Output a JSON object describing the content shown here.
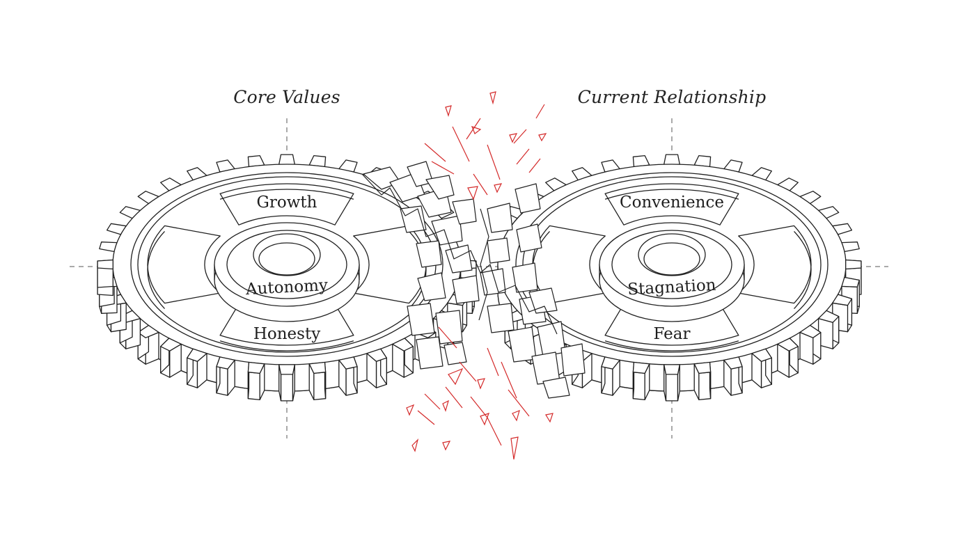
{
  "colors": {
    "ink": "#1f1f1f",
    "guide": "#555555",
    "fracture": "#d42a2a",
    "background": "#ffffff"
  },
  "gears": {
    "left": {
      "title": "Core Values",
      "labels": {
        "top": "Growth",
        "center": "Autonomy",
        "bottom": "Honesty"
      }
    },
    "right": {
      "title": "Current Relationship",
      "labels": {
        "top": "Convenience",
        "center": "Stagnation",
        "bottom": "Fear"
      }
    }
  }
}
